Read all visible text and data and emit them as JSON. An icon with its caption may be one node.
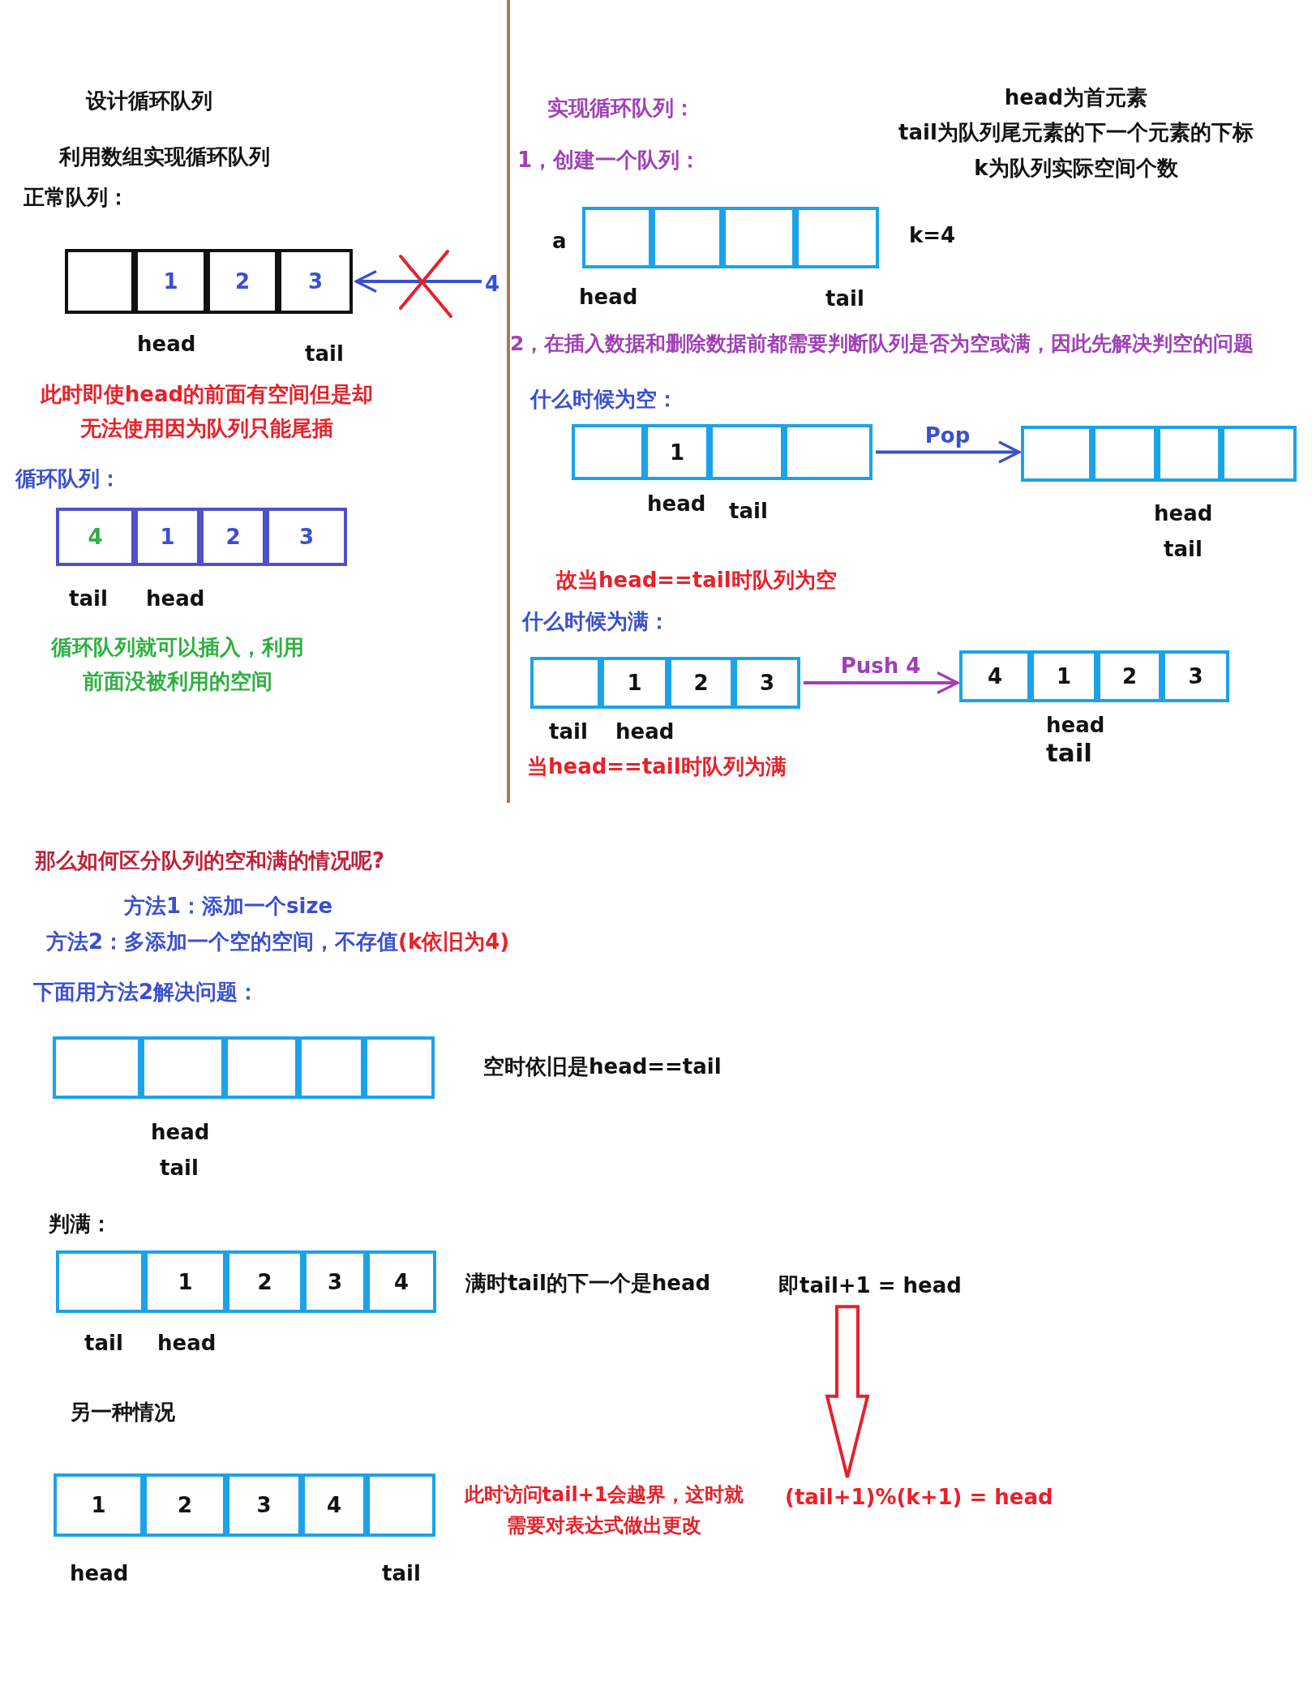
{
  "diagram": {
    "nodes": [
      {
        "text": [],
        "shape": "box"
      },
      {
        "text": [],
        "shape": "box",
        "in": 0
      },
      {
        "text": [
          "1"
        ],
        "in": 0
      },
      {
        "text": [
          "2"
        ],
        "in": 0
      },
      {
        "text": [
          "3"
        ],
        "in": 0
      },
      {
        "text": [
          "4"
        ]
      },
      {
        "text": [],
        "shape": "box"
      },
      {
        "text": [
          "4"
        ],
        "in": 6
      },
      {
        "text": [
          "1"
        ],
        "in": 6
      },
      {
        "text": [
          "2"
        ],
        "in": 6
      },
      {
        "text": [
          "3"
        ],
        "in": 6
      },
      {
        "text": [],
        "shape": "box"
      },
      {
        "text": [],
        "shape": "box",
        "in": 11
      },
      {
        "text": [],
        "shape": "box",
        "in": 11
      },
      {
        "text": [],
        "shape": "box",
        "in": 11
      },
      {
        "text": [],
        "shape": "box",
        "in": 11
      },
      {
        "text": [],
        "shape": "box"
      },
      {
        "text": [],
        "shape": "box",
        "in": 16
      },
      {
        "text": [
          "1"
        ],
        "in": 16
      },
      {
        "text": [],
        "shape": "box",
        "in": 16
      },
      {
        "text": [],
        "shape": "box",
        "in": 16
      },
      {
        "text": [],
        "shape": "box"
      },
      {
        "text": [],
        "shape": "box",
        "in": 21
      },
      {
        "text": [],
        "shape": "box",
        "in": 21
      },
      {
        "text": [],
        "shape": "box",
        "in": 21
      },
      {
        "text": [],
        "shape": "box",
        "in": 21
      },
      {
        "text": [],
        "shape": "box"
      },
      {
        "text": [],
        "shape": "box",
        "in": 26
      },
      {
        "text": [
          "1"
        ],
        "in": 26
      },
      {
        "text": [
          "2"
        ],
        "in": 26
      },
      {
        "text": [
          "3"
        ],
        "in": 26
      },
      {
        "text": [],
        "shape": "box"
      },
      {
        "text": [
          "4"
        ],
        "in": 31
      },
      {
        "text": [
          "1"
        ],
        "in": 31
      },
      {
        "text": [
          "2"
        ],
        "in": 31
      },
      {
        "text": [
          "3"
        ],
        "in": 31
      },
      {
        "text": [],
        "shape": "box"
      },
      {
        "text": [],
        "shape": "box",
        "in": 36
      },
      {
        "text": [],
        "shape": "box",
        "in": 36
      },
      {
        "text": [],
        "shape": "box",
        "in": 36
      },
      {
        "text": [],
        "shape": "box",
        "in": 36
      },
      {
        "text": [],
        "shape": "box",
        "in": 36
      },
      {
        "text": [],
        "shape": "box"
      },
      {
        "text": [],
        "shape": "box",
        "in": 42
      },
      {
        "text": [
          "1"
        ],
        "in": 42
      },
      {
        "text": [
          "2"
        ],
        "in": 42
      },
      {
        "text": [
          "3"
        ],
        "in": 42
      },
      {
        "text": [
          "4"
        ],
        "in": 42
      },
      {
        "text": [
          "即tail+1 = head"
        ]
      },
      {
        "text": [],
        "shape": "box"
      },
      {
        "text": [
          "1"
        ],
        "in": 49
      },
      {
        "text": [
          "2"
        ],
        "in": 49
      },
      {
        "text": [
          "3"
        ],
        "in": 49
      },
      {
        "text": [
          "4"
        ],
        "in": 49
      },
      {
        "text": [],
        "shape": "box",
        "in": 49
      },
      {
        "text": [
          "(tail+1)%(k+1) = head"
        ]
      }
    ],
    "edges": [
      {
        "from": 5,
        "to": 0,
        "arrow": "to",
        "color": "#3a4fd0"
      },
      {
        "from": 16,
        "to": 21,
        "label": "Pop",
        "arrow": "to",
        "color": "#3a4fd0"
      },
      {
        "from": 26,
        "to": 31,
        "label": "Push 4",
        "arrow": "to",
        "color": "#a040b8"
      },
      {
        "from": 48,
        "to": 55,
        "arrow": "to",
        "style": "thick",
        "color": "#e8202a"
      }
    ],
    "labels": [
      "设计循环队列",
      "利用数组实现循环队列",
      "正常队列：",
      "head",
      "tail",
      "此时即使head的前面有空间但是却无法使用因为队列只能尾插",
      "循环队列：",
      "tail",
      "head",
      "循环队列就可以插入，利用前面没被利用的空间",
      "实现循环队列：",
      "1，创建一个队列：",
      "head为首元素",
      "tail为队列尾元素的下一个元素的下标",
      "k为队列实际空间个数",
      "a",
      "k=4",
      "head",
      "tail",
      "2，在插入数据和删除数据前都需要判断队列是否为空或满，因此先解决判空的问题",
      "什么时候为空：",
      "head",
      "tail",
      "head",
      "tail",
      "故当head==tail时队列为空",
      "什么时候为满：",
      "tail",
      "head",
      "当head==tail时队列为满",
      "head",
      "tail",
      "那么如何区分队列的空和满的情况呢?",
      "方法1：添加一个size",
      "方法2：多添加一个空的空间，不存值",
      "(k依旧为4)",
      "下面用方法2解决问题：",
      "空时依旧是head==tail",
      "head",
      "tail",
      "判满：",
      "满时tail的下一个是head",
      "tail",
      "head",
      "另一种情况",
      "此时访问tail+1会越界，这时就需要对表达式做出更改",
      "head",
      "tail"
    ]
  }
}
